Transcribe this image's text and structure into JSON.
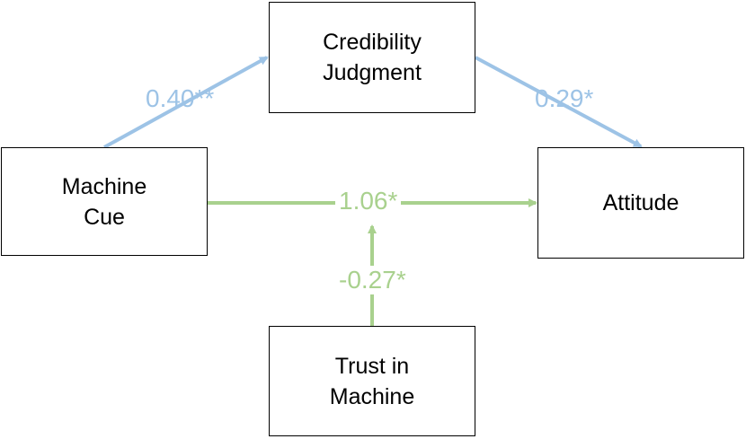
{
  "nodes": {
    "credibility": [
      "Credibility",
      "Judgment"
    ],
    "machine_cue": [
      "Machine",
      "Cue"
    ],
    "attitude": [
      "Attitude"
    ],
    "trust": [
      "Trust in",
      "Machine"
    ]
  },
  "paths": {
    "machine_to_credibility": "0.40**",
    "credibility_to_attitude": "0.29*",
    "machine_to_attitude": "1.06*",
    "trust_moderation": "-0.27*"
  },
  "colors": {
    "mediation_path": "#9dc3e6",
    "direct_path": "#a9d18e",
    "box_border": "#000000"
  }
}
